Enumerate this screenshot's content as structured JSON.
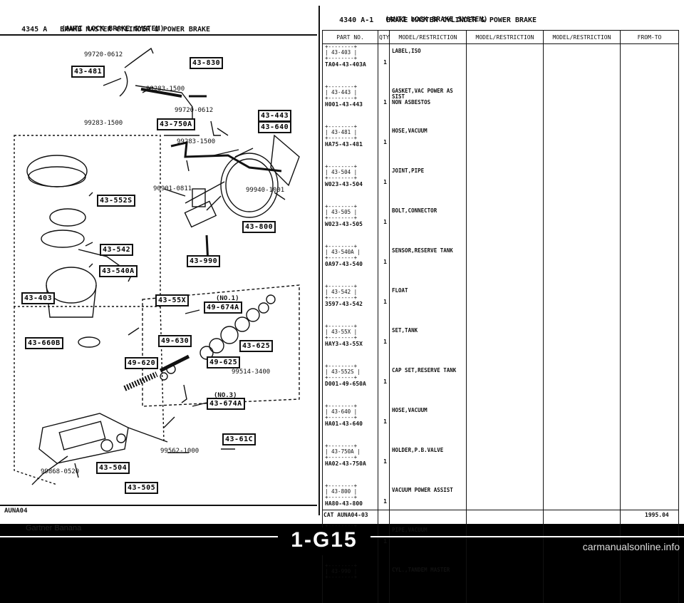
{
  "header_left": {
    "code": "4345 A",
    "line1": "BRAKE MASTER CYLINDER & POWER BRAKE",
    "line2": "(ANTI LOCK BRAKE SYSTEM)"
  },
  "header_right": {
    "code": "4340 A-1",
    "line1": "BRAKE MASTER CYLINDER & POWER BRAKE",
    "line2": "(ANTI LOCK BRAKE SYSTEM)"
  },
  "diagram": {
    "callouts": [
      "43-481",
      "43-830",
      "43-443",
      "43-750A",
      "43-640",
      "43-552S",
      "43-800",
      "43-542",
      "43-540A",
      "43-990",
      "43-403",
      "43-55X",
      "49-674A",
      "43-660B",
      "49-630",
      "43-625",
      "49-620",
      "49-625",
      "43-674A",
      "43-61C",
      "43-504",
      "43-505"
    ],
    "part_numbers": [
      "99720-0612",
      "99283-1500",
      "99720-0612",
      "99283-1500",
      "99283-1500",
      "90901-0811",
      "99940-1001",
      "99514-3400",
      "99562-1000",
      "99868-0520"
    ],
    "notes": [
      "(NO.1)",
      "(NO.3)"
    ]
  },
  "table": {
    "headers": [
      "PART NO.",
      "QTY",
      "MODEL/RESTRICTION",
      "MODEL/RESTRICTION",
      "MODEL/RESTRICTION",
      "FROM-TO"
    ],
    "rows": [
      {
        "code": "43-403",
        "part": "TA04-43-403A",
        "qty": "1",
        "desc": "LABEL,ISO"
      },
      {
        "code": "43-443",
        "part": "H001-43-443",
        "qty": "1",
        "desc": "GASKET,VAC POWER AS SIST\nNON ASBESTOS"
      },
      {
        "code": "43-481",
        "part": "HA75-43-481",
        "qty": "1",
        "desc": "HOSE,VACUUM"
      },
      {
        "code": "43-504",
        "part": "W023-43-504",
        "qty": "1",
        "desc": "JOINT,PIPE"
      },
      {
        "code": "43-505",
        "part": "W023-43-505",
        "qty": "1",
        "desc": "BOLT,CONNECTOR"
      },
      {
        "code": "43-540A",
        "part": "0A97-43-540",
        "qty": "1",
        "desc": "SENSOR,RESERVE TANK"
      },
      {
        "code": "43-542",
        "part": "3597-43-542",
        "qty": "1",
        "desc": "FLOAT"
      },
      {
        "code": "43-55X",
        "part": "HAY3-43-55X",
        "qty": "1",
        "desc": "SET,TANK"
      },
      {
        "code": "43-552S",
        "part": "D001-49-650A",
        "qty": "1",
        "desc": "CAP SET,RESERVE TANK"
      },
      {
        "code": "43-640",
        "part": "HA01-43-640",
        "qty": "1",
        "desc": "HOSE,VACUUM"
      },
      {
        "code": "43-750A",
        "part": "HA02-43-750A",
        "qty": "1",
        "desc": "HOLDER,P.B.VALVE"
      },
      {
        "code": "43-800",
        "part": "HA80-43-800",
        "qty": "1",
        "desc": "VACUUM POWER ASSIST"
      },
      {
        "code": "43-830",
        "part": "HA73-43-830B",
        "qty": "1",
        "desc": "PIPE,VACUUM"
      },
      {
        "code": "43-990",
        "part": "",
        "qty": "",
        "desc": "CYL.,TANDEM MASTER"
      }
    ]
  },
  "footer": {
    "left": "AUNA04",
    "center": "CAT AUNA04-03",
    "right": "1995.04"
  },
  "credit": "Gartner Banana",
  "page_id": "1-G15",
  "watermark": "carmanualsonline.info"
}
